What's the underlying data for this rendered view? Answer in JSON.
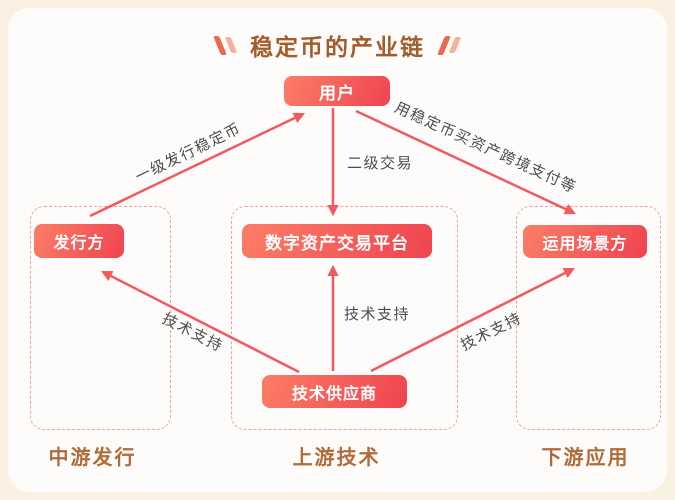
{
  "title": "稳定币的产业链",
  "nodes": {
    "user": {
      "label": "用户"
    },
    "issuer": {
      "label": "发行方"
    },
    "platform": {
      "label": "数字资产交易平台"
    },
    "scenario": {
      "label": "运用场景方"
    },
    "supplier": {
      "label": "技术供应商"
    }
  },
  "edges": {
    "issuer_to_user": {
      "label": "一级发行稳定币"
    },
    "user_to_platform": {
      "label": "二级交易"
    },
    "user_to_scenario": {
      "label": "用稳定币买资产跨境支付等"
    },
    "supplier_to_issuer": {
      "label": "技术支持"
    },
    "supplier_to_platform": {
      "label": "技术支持"
    },
    "supplier_to_scenario": {
      "label": "技术支持"
    }
  },
  "groups": {
    "midstream": {
      "caption": "中游发行"
    },
    "upstream": {
      "caption": "上游技术"
    },
    "downstream": {
      "caption": "下游应用"
    }
  },
  "colors": {
    "background": "#FAF1E3",
    "card": "#FDFCFA",
    "node_gradient_start": "#FB7E67",
    "node_gradient_end": "#EF4450",
    "arrow": "#F15A5E",
    "dashed_border": "#F0A0A0",
    "title_text": "#A35C2B",
    "caption_text": "#B06B38",
    "edge_label_text": "#4D4D4D",
    "node_text": "#FFFFFF",
    "deco_dark": "#E86A50",
    "deco_light": "#F3B29C"
  }
}
